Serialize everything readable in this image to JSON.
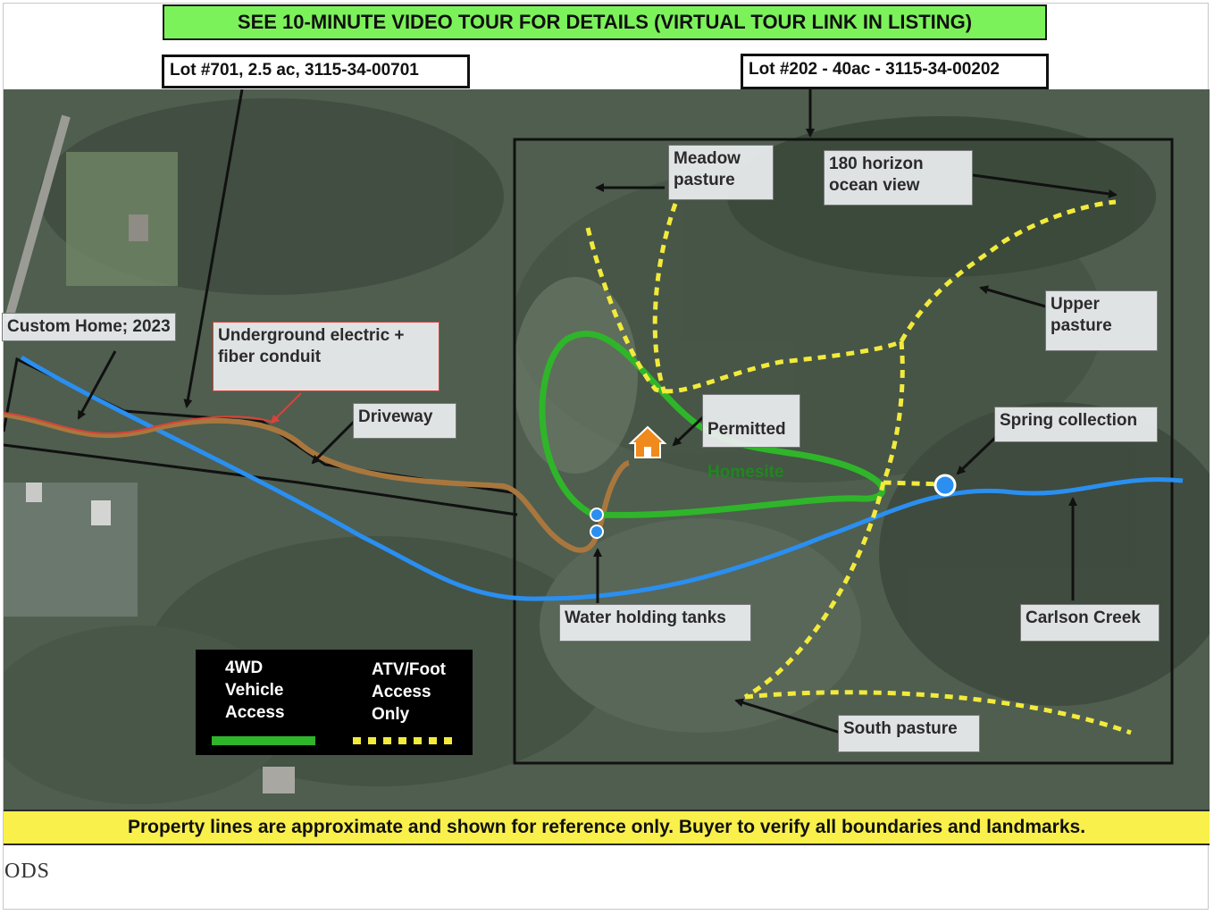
{
  "top_banner": "SEE 10-MINUTE VIDEO TOUR FOR DETAILS (VIRTUAL TOUR LINK IN LISTING)",
  "lots": {
    "lot701": "Lot #701, 2.5 ac, 3115-34-00701",
    "lot202": "Lot #202 - 40ac  -  3115-34-00202"
  },
  "labels": {
    "custom_home": "Custom Home; 2023",
    "underground": "Underground electric +\nfiber conduit",
    "driveway": "Driveway",
    "meadow": "Meadow\npasture",
    "horizon": "180 horizon\nocean view",
    "upper": "Upper\npasture",
    "homesite_line1": "Permitted",
    "homesite_line2": "Homesite",
    "spring": "Spring collection",
    "tanks": "Water holding tanks",
    "creek": "Carlson Creek",
    "south": "South pasture"
  },
  "legend": {
    "vehicle": "4WD\nVehicle\nAccess",
    "atv": "ATV/Foot\nAccess\nOnly"
  },
  "bottom_banner": "Property lines are approximate and shown for reference only. Buyer to verify all boundaries and landmarks.",
  "credit": "ODS",
  "colors": {
    "vehicle_route": "#2fb52a",
    "atv_route": "#f2ea3c",
    "creek": "#2a8ff0",
    "driveway": "#a9773e",
    "electric_conduit": "#d8433a",
    "homesite_icon": "#f08a1c",
    "top_banner": "#7cf25a",
    "bottom_banner": "#f9f04b"
  },
  "icons": [
    "house-icon",
    "spring-marker-icon",
    "water-tank-icon"
  ]
}
